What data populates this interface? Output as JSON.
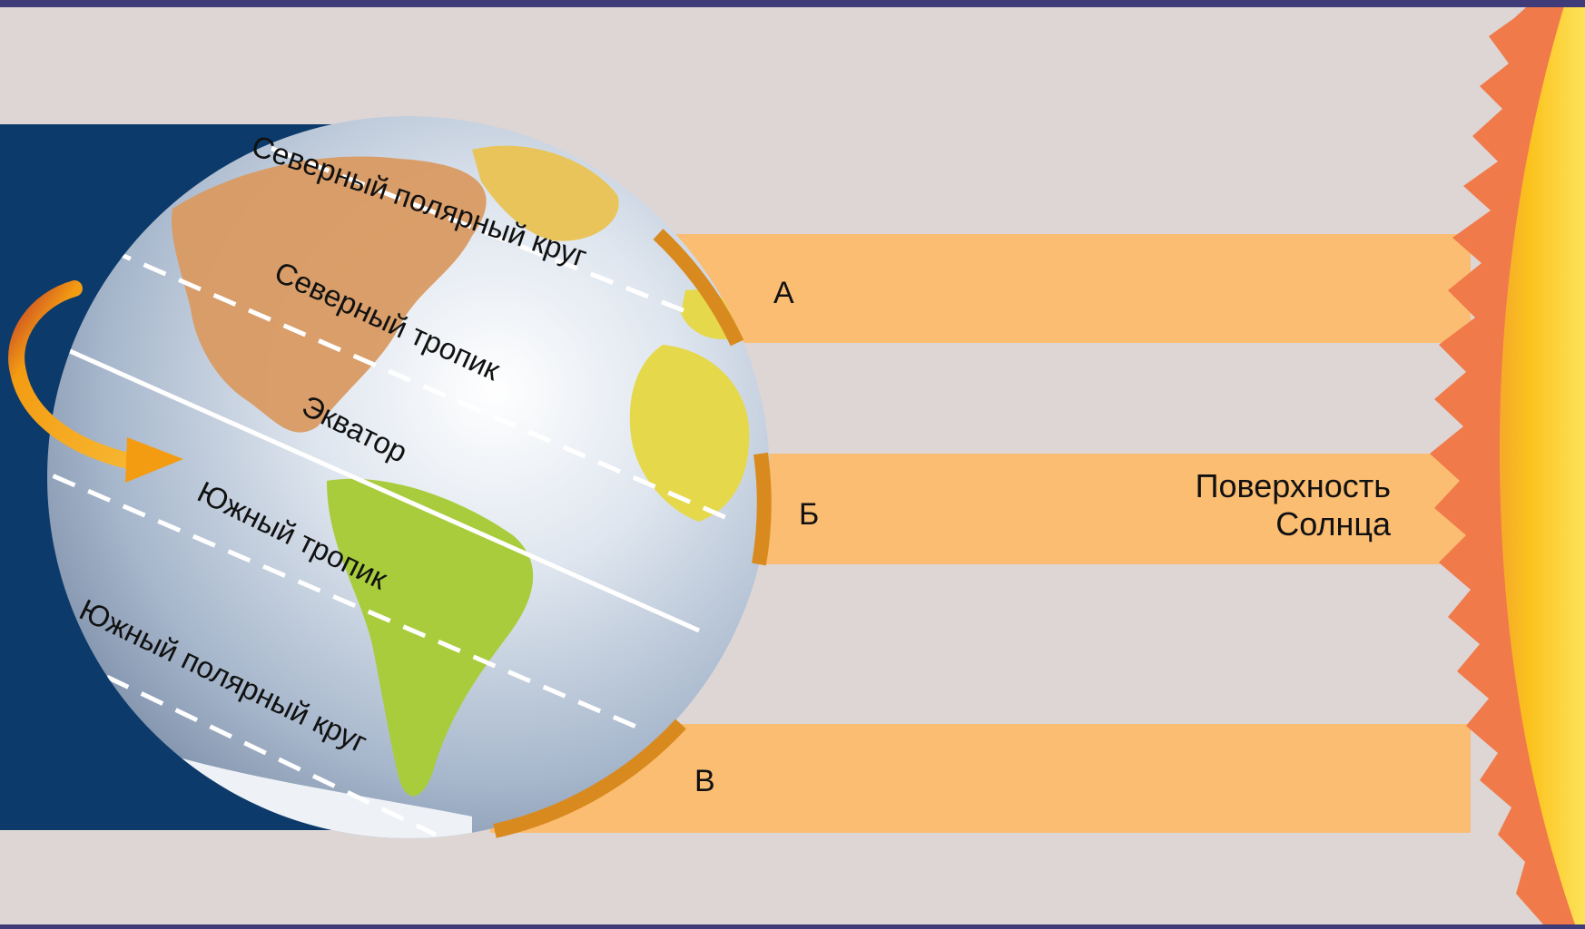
{
  "globe": {
    "lines": {
      "arctic_circle": "Северный полярный круг",
      "tropic_cancer": "Северный тропик",
      "equator": "Экватор",
      "tropic_capricorn": "Южный тропик",
      "antarctic_circle": "Южный полярный круг"
    }
  },
  "rays": [
    {
      "label": "А"
    },
    {
      "label": "Б"
    },
    {
      "label": "В"
    }
  ],
  "sun": {
    "line1": "Поверхность",
    "line2": "Солнца"
  },
  "colors": {
    "frame": "#3f3a78",
    "background": "#ddd6d5",
    "space": "#0c3a6a",
    "ray": "#fbbd72",
    "ray_edge": "#d98a1f",
    "ocean": "#c6d2e0",
    "land_north_america": "#d99a62",
    "land_south_america": "#a8cc3c",
    "sun_core": "#fcd21f",
    "sun_corona": "#f07a4a"
  }
}
